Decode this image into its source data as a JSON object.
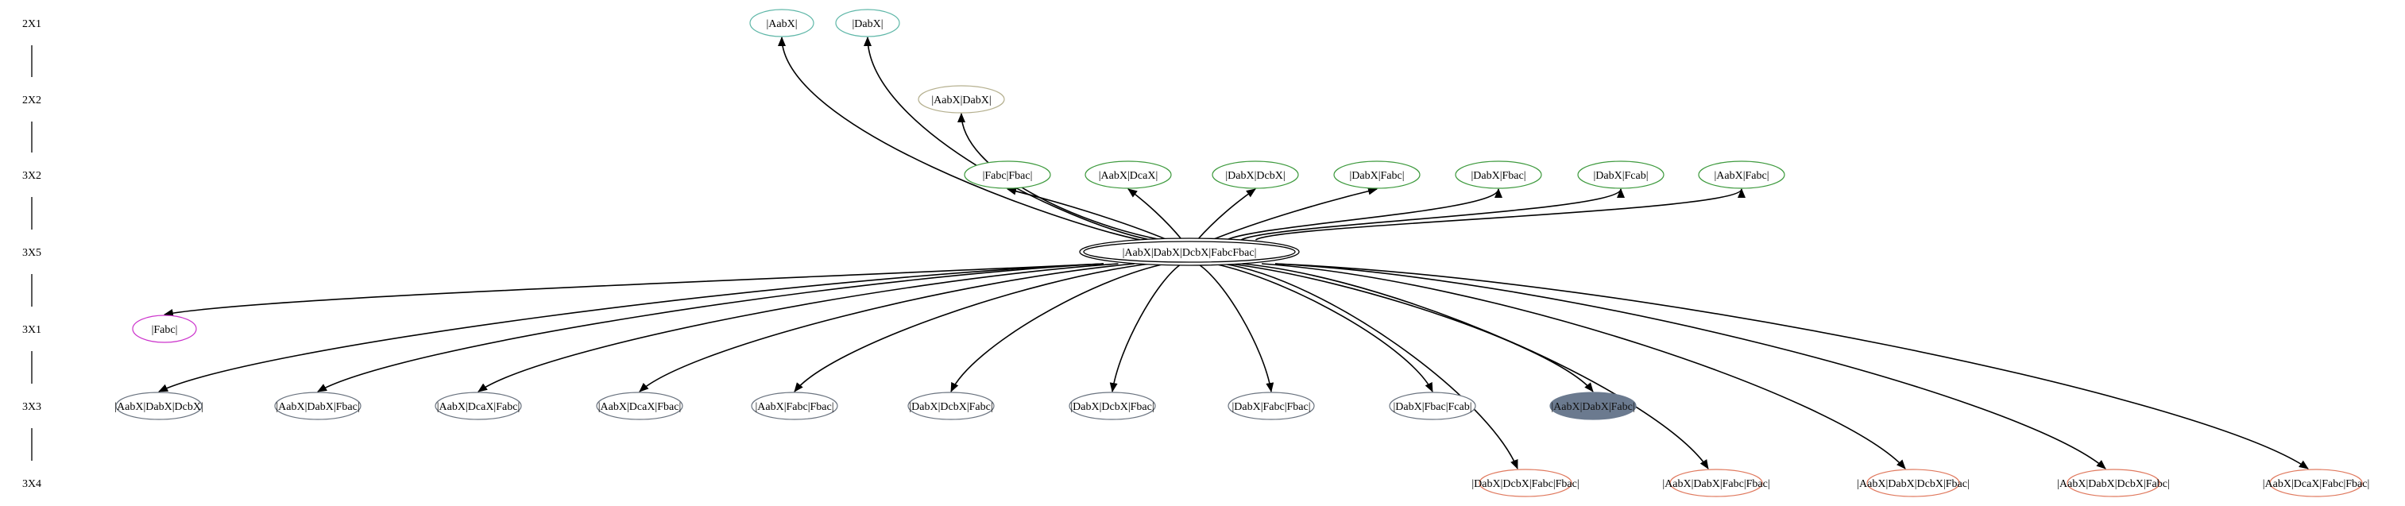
{
  "colors": {
    "edge": "#000000",
    "rank_line": "#000000",
    "teal": "#5fb7a8",
    "olive": "#b5b08f",
    "green": "#3e9a3e",
    "magenta": "#cc33cc",
    "slate": "#6b7480",
    "orange": "#e07a5f",
    "filled": "#6b7a8f"
  },
  "ranks": [
    {
      "id": "r1",
      "label": "2X1"
    },
    {
      "id": "r2",
      "label": "2X2"
    },
    {
      "id": "r3",
      "label": "3X2"
    },
    {
      "id": "r4",
      "label": "3X5"
    },
    {
      "id": "r5",
      "label": "3X1"
    },
    {
      "id": "r6",
      "label": "3X3"
    },
    {
      "id": "r7",
      "label": "3X4"
    }
  ],
  "center": {
    "id": "c",
    "label": "|AabX|DabX|DcbX|FabcFbac|"
  },
  "nodes": [
    {
      "id": "n1",
      "label": "|AabX|",
      "color": "teal",
      "rank": "r1"
    },
    {
      "id": "n2",
      "label": "|DabX|",
      "color": "teal",
      "rank": "r1"
    },
    {
      "id": "n3",
      "label": "|AabX|DabX|",
      "color": "olive",
      "rank": "r2"
    },
    {
      "id": "n4",
      "label": "|Fabc|Fbac|",
      "color": "green",
      "rank": "r3"
    },
    {
      "id": "n5",
      "label": "|AabX|DcaX|",
      "color": "green",
      "rank": "r3"
    },
    {
      "id": "n6",
      "label": "|DabX|DcbX|",
      "color": "green",
      "rank": "r3"
    },
    {
      "id": "n7",
      "label": "|DabX|Fabc|",
      "color": "green",
      "rank": "r3"
    },
    {
      "id": "n8",
      "label": "|DabX|Fbac|",
      "color": "green",
      "rank": "r3"
    },
    {
      "id": "n9",
      "label": "|DabX|Fcab|",
      "color": "green",
      "rank": "r3"
    },
    {
      "id": "n10",
      "label": "|AabX|Fabc|",
      "color": "green",
      "rank": "r3"
    },
    {
      "id": "n11",
      "label": "|Fabc|",
      "color": "magenta",
      "rank": "r5"
    },
    {
      "id": "n12",
      "label": "|AabX|DabX|DcbX|",
      "color": "slate",
      "rank": "r6"
    },
    {
      "id": "n13",
      "label": "|AabX|DabX|Fbac|",
      "color": "slate",
      "rank": "r6"
    },
    {
      "id": "n14",
      "label": "|AabX|DcaX|Fabc|",
      "color": "slate",
      "rank": "r6"
    },
    {
      "id": "n15",
      "label": "|AabX|DcaX|Fbac|",
      "color": "slate",
      "rank": "r6"
    },
    {
      "id": "n16",
      "label": "|AabX|Fabc|Fbac|",
      "color": "slate",
      "rank": "r6"
    },
    {
      "id": "n17",
      "label": "|DabX|DcbX|Fabc|",
      "color": "slate",
      "rank": "r6"
    },
    {
      "id": "n18",
      "label": "|DabX|DcbX|Fbac|",
      "color": "slate",
      "rank": "r6"
    },
    {
      "id": "n19",
      "label": "|DabX|Fabc|Fbac|",
      "color": "slate",
      "rank": "r6"
    },
    {
      "id": "n20",
      "label": "|DabX|Fbac|Fcab|",
      "color": "slate",
      "rank": "r6"
    },
    {
      "id": "n21",
      "label": "|AabX|DabX|Fabc|",
      "color": "filled",
      "rank": "r6",
      "filled": true
    },
    {
      "id": "n22",
      "label": "|DabX|DcbX|Fabc|Fbac|",
      "color": "orange",
      "rank": "r7"
    },
    {
      "id": "n23",
      "label": "|AabX|DabX|Fabc|Fbac|",
      "color": "orange",
      "rank": "r7"
    },
    {
      "id": "n24",
      "label": "|AabX|DabX|DcbX|Fbac|",
      "color": "orange",
      "rank": "r7"
    },
    {
      "id": "n25",
      "label": "|AabX|DabX|DcbX|Fabc|",
      "color": "orange",
      "rank": "r7"
    },
    {
      "id": "n26",
      "label": "|AabX|DcaX|Fabc|Fbac|",
      "color": "orange",
      "rank": "r7"
    }
  ]
}
